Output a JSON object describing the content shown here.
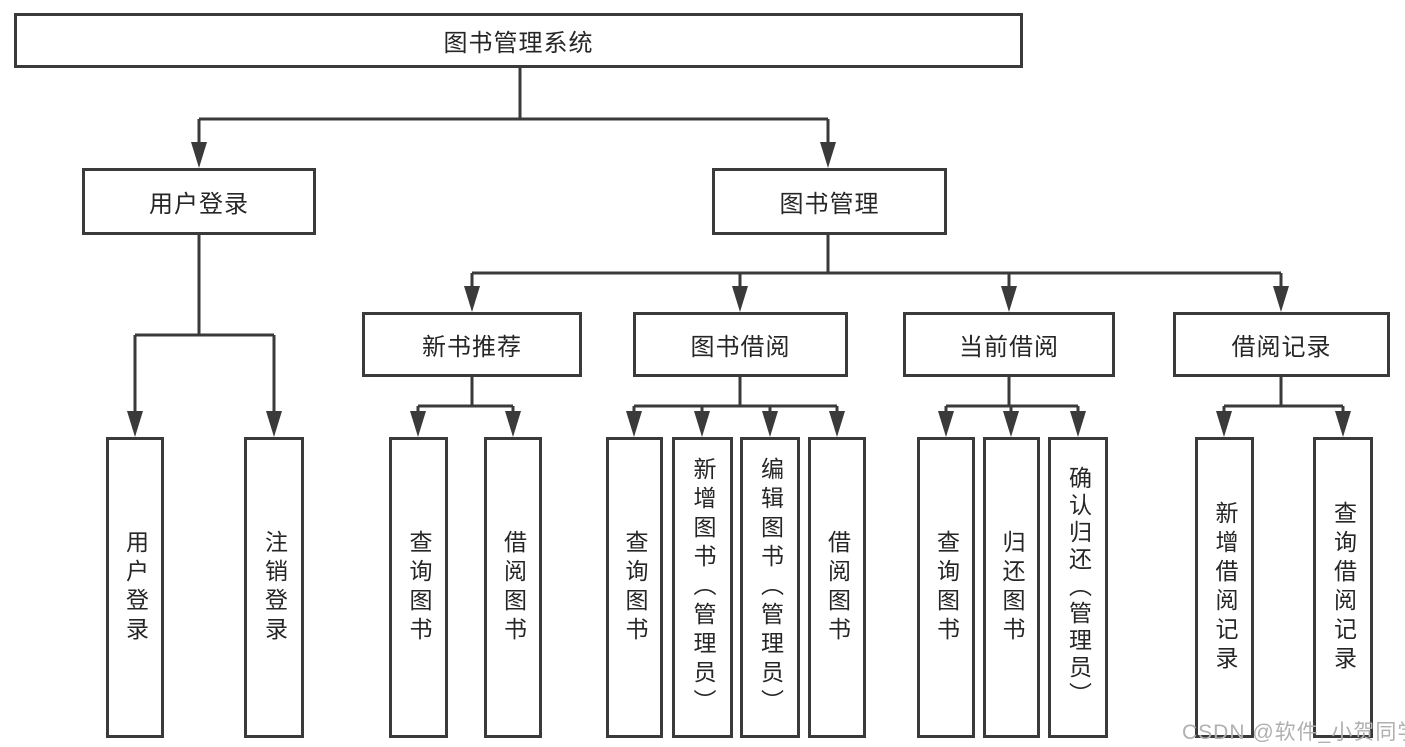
{
  "diagram": {
    "title": "图书管理系统",
    "watermark": "CSDN @软件_小贺同学",
    "colors": {
      "background": "#ffffff",
      "line": "#3a3a3a",
      "box_border": "#3a3a3a",
      "text": "#262626",
      "watermark": "#b0b0b0"
    },
    "nodes": {
      "root": "图书管理系统",
      "user_login": "用户登录",
      "book_management": "图书管理",
      "user_login_leaf": "用户登录",
      "logout_leaf": "注销登录",
      "new_book_recommend": "新书推荐",
      "book_borrowing": "图书借阅",
      "current_borrowing": "当前借阅",
      "borrowing_records": "借阅记录",
      "query_book_1": "查询图书",
      "borrow_book_1": "借阅图书",
      "query_book_2": "查询图书",
      "add_book_admin": "新增图书（管理员）",
      "edit_book_admin": "编辑图书（管理员）",
      "borrow_book_2": "借阅图书",
      "query_book_3": "查询图书",
      "return_book": "归还图书",
      "confirm_return_admin": "确认归还（管理员）",
      "add_borrow_record": "新增借阅记录",
      "query_borrow_record": "查询借阅记录"
    },
    "tree": {
      "label": "图书管理系统",
      "children": [
        {
          "label": "用户登录",
          "children": [
            {
              "label": "用户登录"
            },
            {
              "label": "注销登录"
            }
          ]
        },
        {
          "label": "图书管理",
          "children": [
            {
              "label": "新书推荐",
              "children": [
                {
                  "label": "查询图书"
                },
                {
                  "label": "借阅图书"
                }
              ]
            },
            {
              "label": "图书借阅",
              "children": [
                {
                  "label": "查询图书"
                },
                {
                  "label": "新增图书（管理员）"
                },
                {
                  "label": "编辑图书（管理员）"
                },
                {
                  "label": "借阅图书"
                }
              ]
            },
            {
              "label": "当前借阅",
              "children": [
                {
                  "label": "查询图书"
                },
                {
                  "label": "归还图书"
                },
                {
                  "label": "确认归还（管理员）"
                }
              ]
            },
            {
              "label": "借阅记录",
              "children": [
                {
                  "label": "新增借阅记录"
                },
                {
                  "label": "查询借阅记录"
                }
              ]
            }
          ]
        }
      ]
    }
  }
}
